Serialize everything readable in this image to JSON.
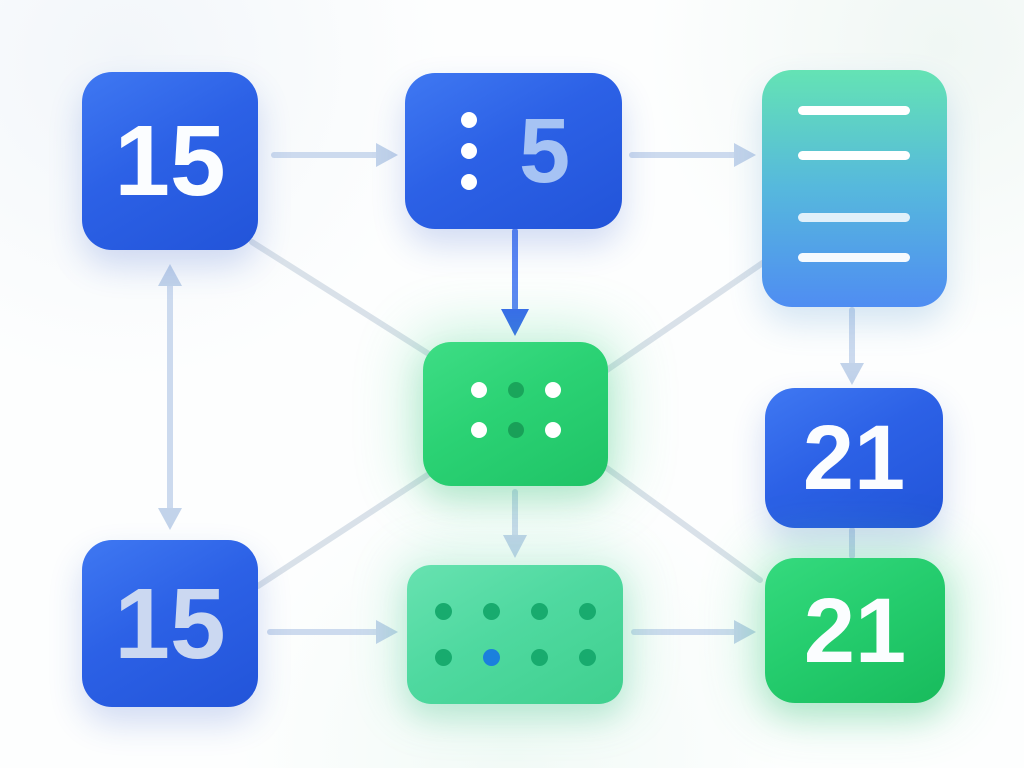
{
  "diagram": {
    "title": "number-transformation-flow-illustration",
    "nodes": {
      "top_left": {
        "label": "15",
        "type": "blue-number-box"
      },
      "top_middle": {
        "label": "5",
        "type": "blue-number-box",
        "icon": "vertical-dots-icon",
        "dot_count": 3
      },
      "top_right": {
        "type": "document-box",
        "icon": "text-lines-icon",
        "line_count": 4
      },
      "center": {
        "type": "green-dot-grid-box",
        "icon": "dot-grid-icon",
        "grid": {
          "rows": 2,
          "cols": 3,
          "colors": [
            [
              "#ffffff",
              "#1aa55b",
              "#ffffff"
            ],
            [
              "#ffffff",
              "#19a058",
              "#ffffff"
            ]
          ]
        }
      },
      "middle_right": {
        "label": "21",
        "type": "blue-number-box"
      },
      "bottom_left": {
        "label": "15",
        "type": "blue-number-box"
      },
      "bottom_middle": {
        "type": "teal-dot-grid-box",
        "icon": "dot-grid-icon",
        "grid": {
          "rows": 2,
          "cols": 4,
          "colors": [
            [
              "#18ab6e",
              "#18ab6e",
              "#18ab6e",
              "#18ab6e"
            ],
            [
              "#18ab6e",
              "#1b80dd",
              "#18ab6e",
              "#18ab6e"
            ]
          ]
        },
        "highlight_dot": {
          "row": 2,
          "col": 2,
          "color": "#1b80dd"
        }
      },
      "bottom_right": {
        "label": "21",
        "type": "green-number-box"
      }
    },
    "connectors": [
      {
        "from": "top-left-15",
        "to": "top-middle-5",
        "style": "arrow"
      },
      {
        "from": "top-middle-5",
        "to": "document",
        "style": "arrow"
      },
      {
        "from": "top-middle-5",
        "to": "center-dot-grid",
        "style": "arrow-blue"
      },
      {
        "from": "document",
        "to": "middle-right-21",
        "style": "arrow"
      },
      {
        "from": "middle-right-21",
        "to": "bottom-right-21",
        "style": "line"
      },
      {
        "from": "top-left-15",
        "to": "bottom-left-15",
        "style": "double-arrow"
      },
      {
        "from": "bottom-left-15",
        "to": "bottom-middle-dot-grid",
        "style": "arrow"
      },
      {
        "from": "bottom-middle-dot-grid",
        "to": "bottom-right-21",
        "style": "arrow"
      },
      {
        "from": "center-dot-grid",
        "to": "bottom-middle-dot-grid",
        "style": "arrow"
      },
      {
        "from": "top-left-15",
        "to": "center-dot-grid",
        "style": "diagonal-line"
      },
      {
        "from": "center-dot-grid",
        "to": "bottom-left-15",
        "style": "diagonal-line"
      },
      {
        "from": "center-dot-grid",
        "to": "document",
        "style": "diagonal-line"
      },
      {
        "from": "center-dot-grid",
        "to": "bottom-right-21",
        "style": "diagonal-line"
      }
    ],
    "colors": {
      "blue_box": "#2c61e6",
      "green_box": "#2bd274",
      "teal_box": "#4fd9a0",
      "green_number_box": "#25cd6e",
      "document_gradient_top": "#64e3b4",
      "document_gradient_bottom": "#4f8df2",
      "number_white": "#fbfdff",
      "number_pale_blue": "#cbd8f1",
      "number_periwinkle": "#a6c3f4",
      "arrow_light": "#ccdaee",
      "arrow_head_light": "#c2d3ea",
      "arrow_blue_line": "#5b86f3",
      "arrow_blue_head": "#3767ee",
      "diagonal_line": "#d9e1e9",
      "highlight_dot_blue": "#1b80dd"
    }
  }
}
